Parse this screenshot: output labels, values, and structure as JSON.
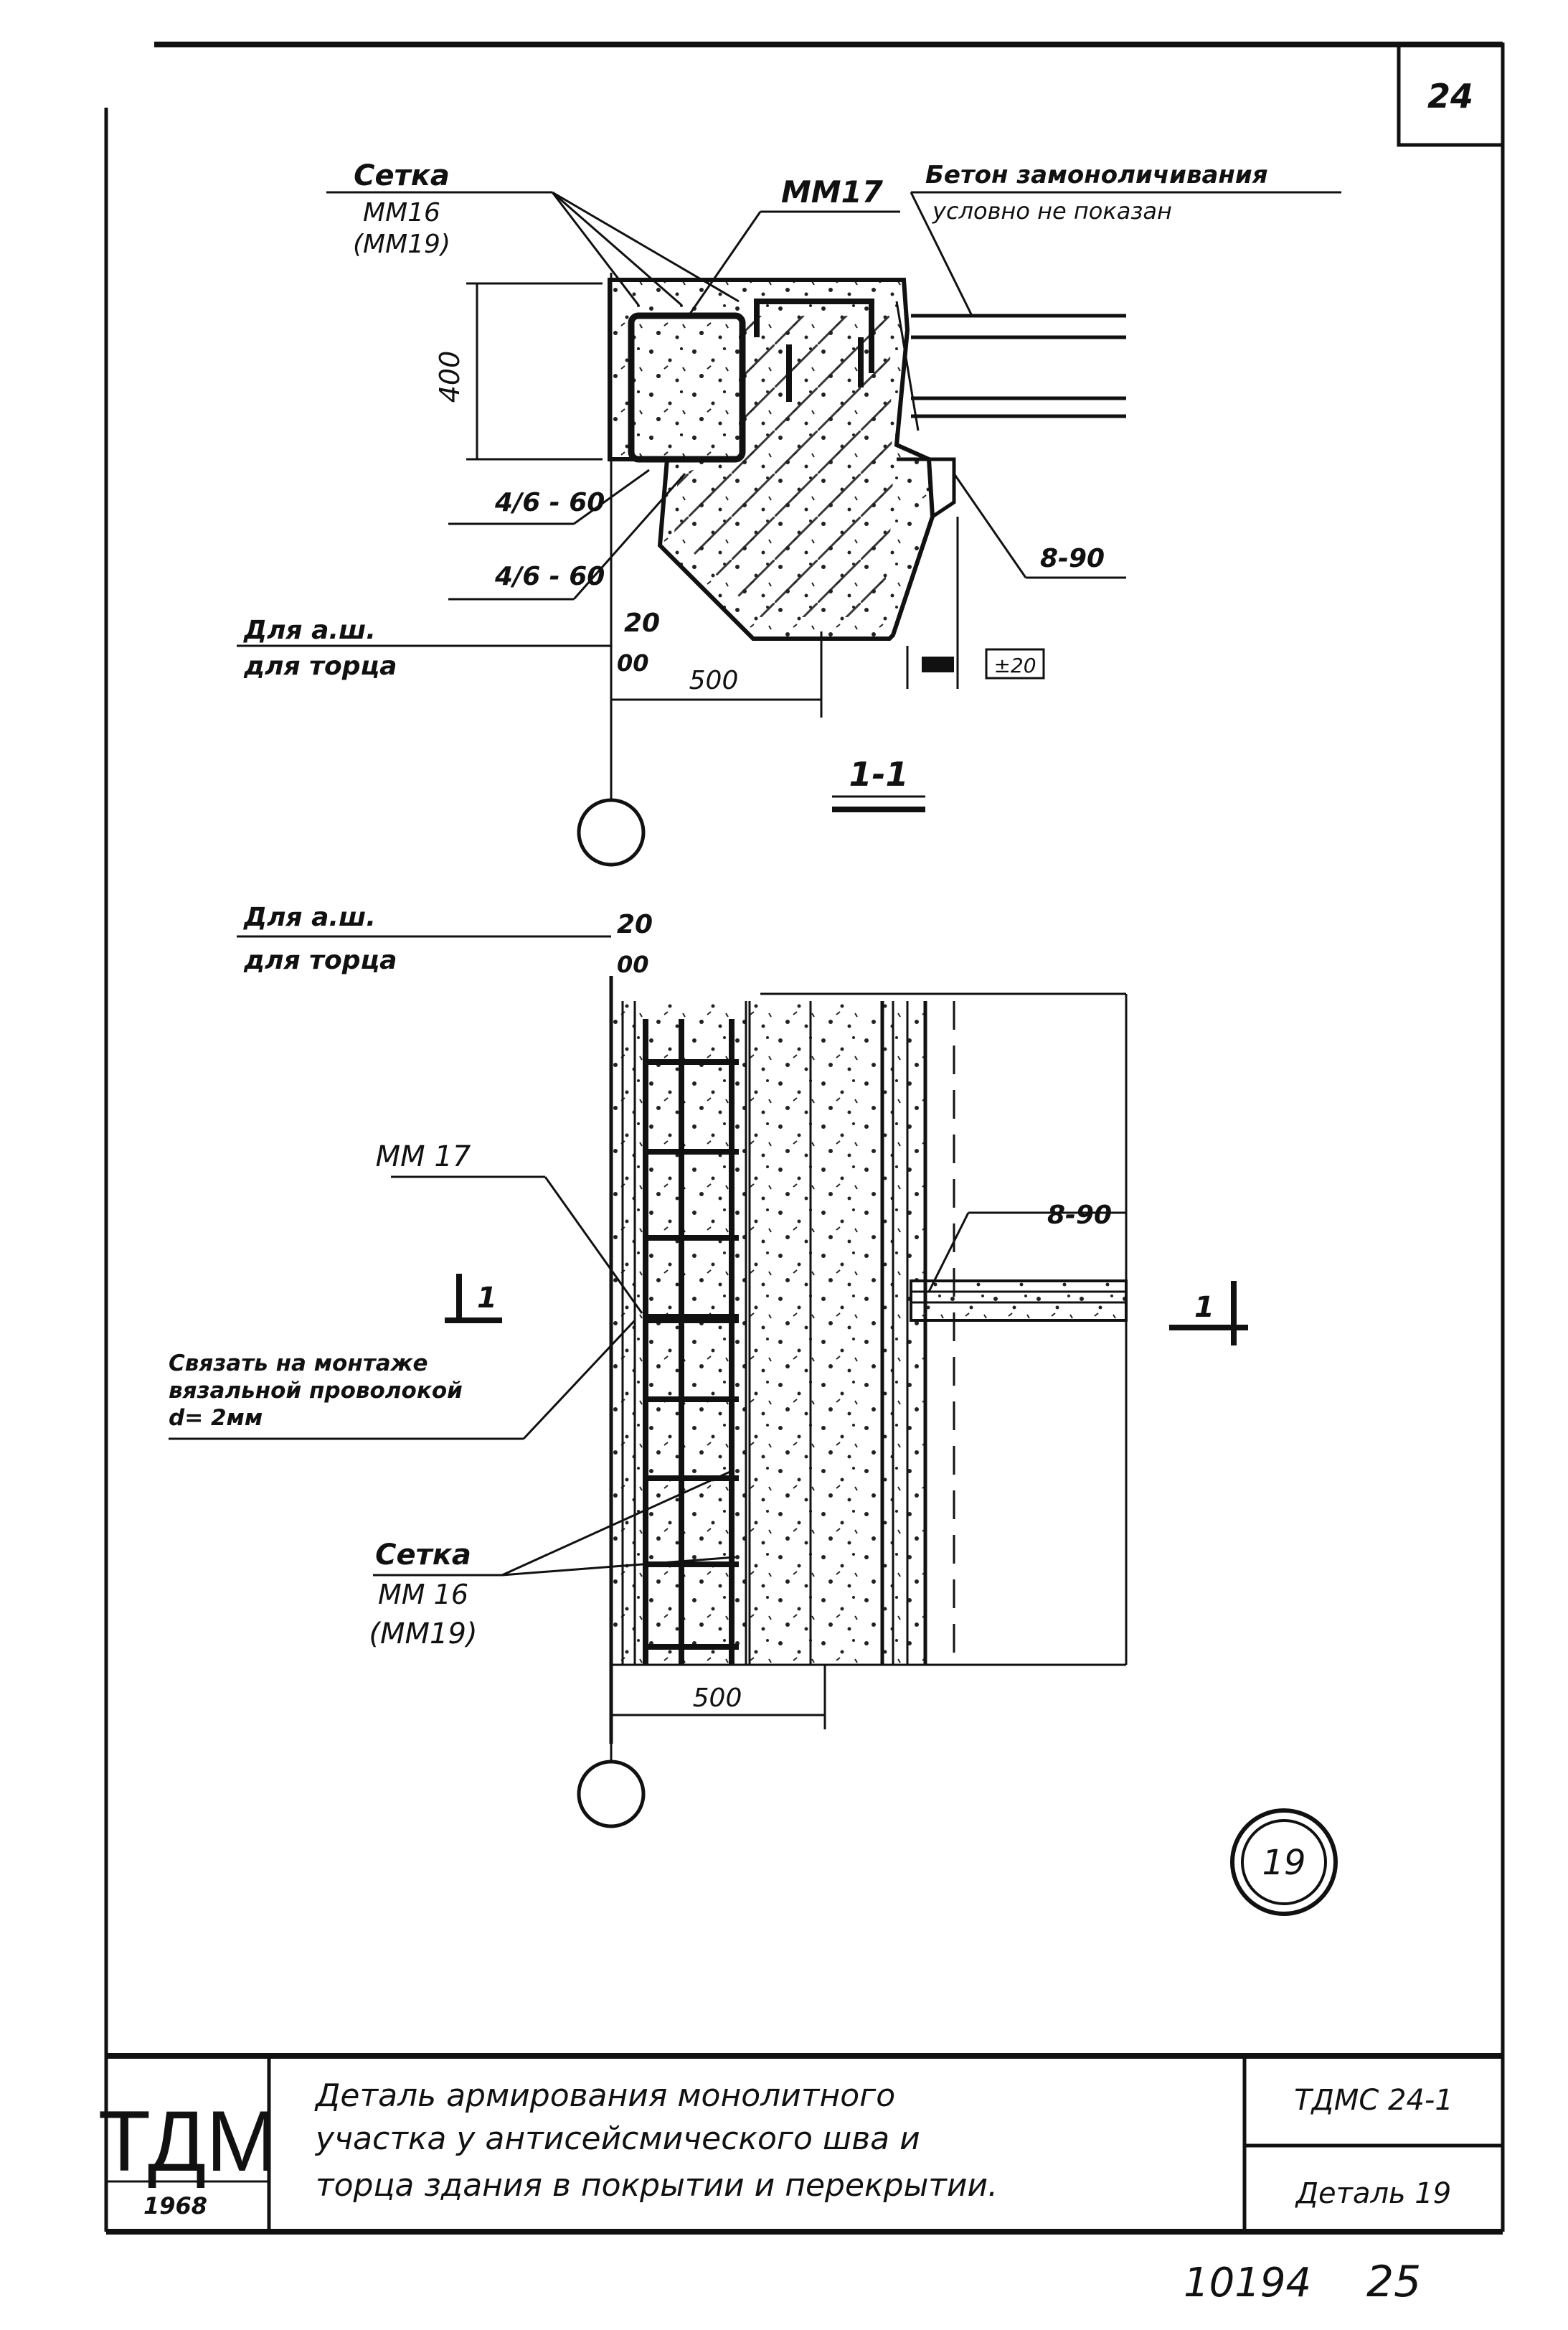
{
  "sheet": {
    "page_number": "24",
    "detail_circle": "19",
    "bottom_numbers": {
      "inventory": "10194",
      "page": "25"
    }
  },
  "section_top": {
    "label_setka": "Сетка",
    "label_mm16": "ММ16",
    "label_mm19": "(ММ19)",
    "label_mm17": "ММ17",
    "note_line1": "Бетон замоноличивания",
    "note_line2": "условно не показан",
    "dim_400": "400",
    "rebar_upper": "4/6 - 60",
    "rebar_lower": "4/6 - 60",
    "rebar_right": "8-90",
    "dim_500": "500",
    "dim_right_small": "±20",
    "axis_label_1": "Для а.ш.",
    "axis_label_2": "для торца",
    "axis_dim_1": "20",
    "axis_dim_2": "00",
    "section_mark": "1-1"
  },
  "plan_bottom": {
    "axis_label_1": "Для а.ш.",
    "axis_label_2": "для торца",
    "axis_dim_1": "20",
    "axis_dim_2": "00",
    "label_mm17": "ММ 17",
    "rebar_right": "8-90",
    "cut_mark_left": "1",
    "cut_mark_right": "1",
    "tie_line1": "Связать на монтаже",
    "tie_line2": "вязальной проволокой",
    "tie_line3": "d= 2мм",
    "label_setka": "Сетка",
    "label_mm16": "ММ 16",
    "label_mm19": "(ММ19)",
    "dim_500": "500"
  },
  "title_block": {
    "org": "ТДМ",
    "year": "1968",
    "title_line1": "Деталь армирования монолитного",
    "title_line2": "участка у антисейсмического шва и",
    "title_line3": "торца здания в покрытии и перекрытии.",
    "doc_code": "ТДМС 24-1",
    "detail": "Деталь 19"
  }
}
